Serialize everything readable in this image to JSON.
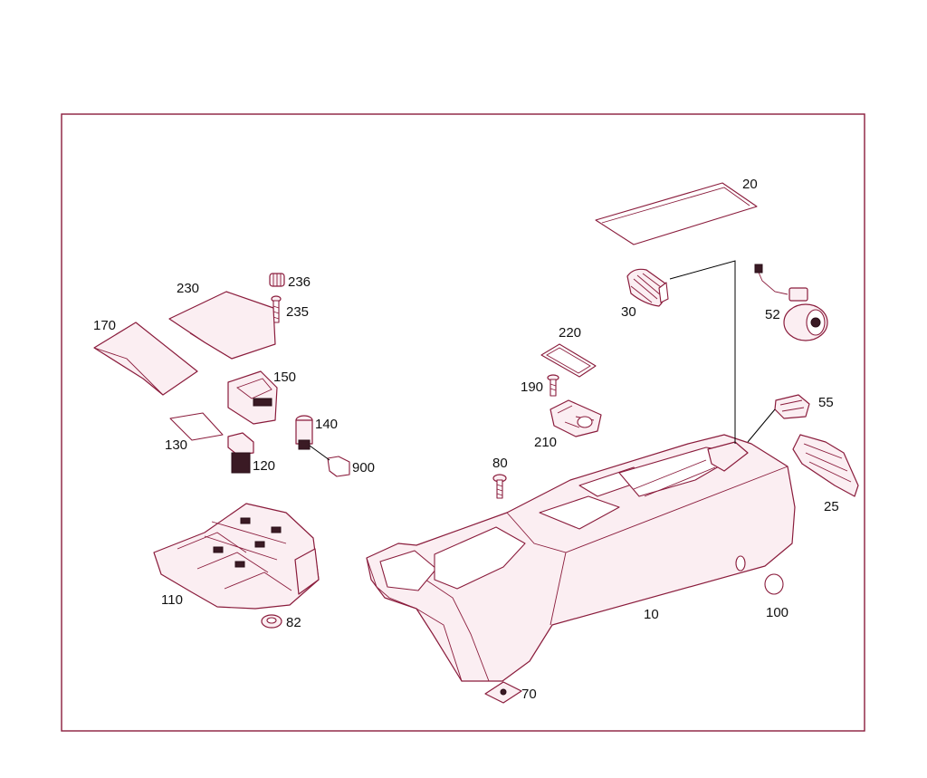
{
  "diagram": {
    "colors": {
      "line": "#8a1c3c",
      "fill": "#fbeef2",
      "text": "#111111"
    },
    "parts": {
      "p10": "10",
      "p20": "20",
      "p25": "25",
      "p30": "30",
      "p52": "52",
      "p55": "55",
      "p70": "70",
      "p80": "80",
      "p82": "82",
      "p100": "100",
      "p110": "110",
      "p120": "120",
      "p130": "130",
      "p140": "140",
      "p150": "150",
      "p170": "170",
      "p190": "190",
      "p210": "210",
      "p220": "220",
      "p230": "230",
      "p235": "235",
      "p236": "236",
      "p900": "900"
    }
  }
}
